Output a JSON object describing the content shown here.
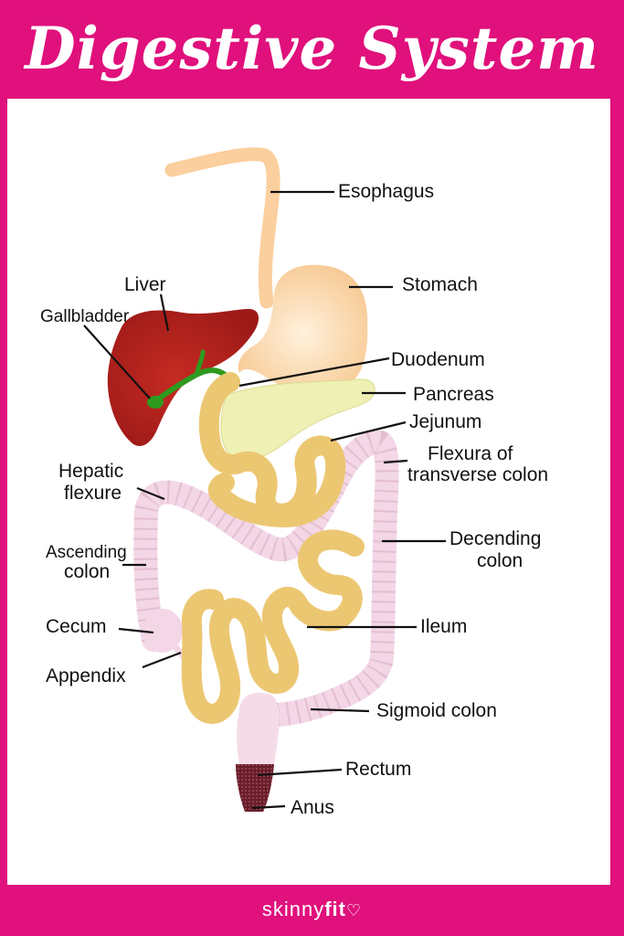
{
  "title": "Digestive System",
  "brand": {
    "part1": "skinny",
    "part2": "fit",
    "mark": "♡"
  },
  "labels": {
    "esophagus": "Esophagus",
    "stomach": "Stomach",
    "liver": "Liver",
    "gallbladder": "Gallbladder",
    "duodenum": "Duodenum",
    "pancreas": "Pancreas",
    "jejunum": "Jejunum",
    "flexura_line1": "Flexura of",
    "flexura_line2": "transverse colon",
    "hepatic_line1": "Hepatic",
    "hepatic_line2": "flexure",
    "decending_line1": "Decending",
    "decending_line2": "colon",
    "ascending_line1": "Ascending",
    "ascending_line2": "colon",
    "cecum": "Cecum",
    "ileum": "Ileum",
    "appendix": "Appendix",
    "sigmoid": "Sigmoid colon",
    "rectum": "Rectum",
    "anus": "Anus"
  },
  "colors": {
    "background": "#e0107c",
    "esophagus": "#fbcf9e",
    "stomach": "#f9d3a8",
    "liver": "#b5221d",
    "gallbladder": "#2e9a1e",
    "pancreas": "#eef0b4",
    "intestine": "#ecc772",
    "colon": "#f3d7e6",
    "rectum": "#f5dbe8",
    "anus": "#7a2b38"
  }
}
